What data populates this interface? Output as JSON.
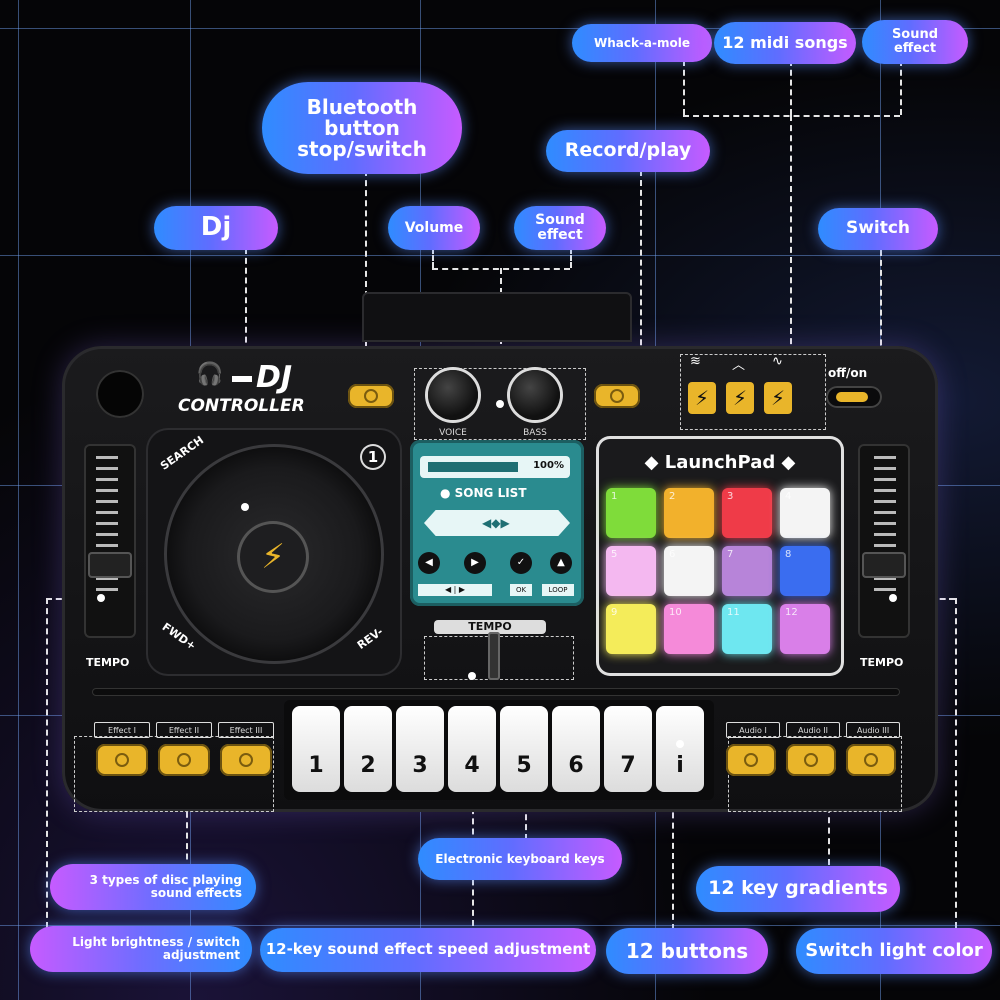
{
  "callouts": {
    "whack_a_mole": "Whack-a-mole",
    "midi_songs": "12 midi songs",
    "sound_effect_top": "Sound effect",
    "bluetooth": "Bluetooth button stop/switch",
    "record_play": "Record/play",
    "dj": "Dj",
    "volume": "Volume",
    "sound_effect_mid": "Sound effect",
    "switch": "Switch",
    "disc_effects": "3 types of disc playing sound effects",
    "keyboard_keys": "Electronic keyboard keys",
    "key_gradients": "12 key gradients",
    "light_brightness": "Light brightness / switch adjustment",
    "speed_adjustment": "12-key sound effect speed adjustment",
    "twelve_buttons": "12 buttons",
    "switch_light_color": "Switch light color"
  },
  "device": {
    "logo_dj": "DJ",
    "logo_controller": "CONTROLLER",
    "search": "SEARCH",
    "fwd": "FWD+",
    "rev": "REV-",
    "voice": "VOICE",
    "bass": "BASS",
    "progress": "100%",
    "song_list": "SONG LIST",
    "ok": "OK",
    "loop": "LOOP",
    "tempo_center": "TEMPO",
    "tempo_left": "TEMPO",
    "tempo_right": "TEMPO",
    "launchpad": "LaunchPad",
    "off_on": "off/on",
    "effects": [
      "Effect I",
      "Effect II",
      "Effect III"
    ],
    "audios": [
      "Audio I",
      "Audio II",
      "Audio III"
    ],
    "keys": [
      "1",
      "2",
      "3",
      "4",
      "5",
      "6",
      "7",
      "i"
    ],
    "pad_numbers": [
      "1",
      "2",
      "3",
      "4",
      "5",
      "6",
      "7",
      "8",
      "9",
      "10",
      "11",
      "12"
    ],
    "pad_colors": [
      "#7fdc3a",
      "#f2b12c",
      "#ef3b48",
      "#f4f4f4",
      "#f4b8f0",
      "#f4f4f4",
      "#b784d9",
      "#3a6df0",
      "#f4ec5a",
      "#f58ad9",
      "#6ee7f0",
      "#d97fe8"
    ],
    "disc_center_icon": "lightning-icon",
    "mode_icons": [
      "ghost-icon",
      "wave-up-icon",
      "pulse-icon"
    ],
    "mode_button_icons": [
      "lightning-icon",
      "lightning-icon",
      "lightning-icon"
    ]
  }
}
